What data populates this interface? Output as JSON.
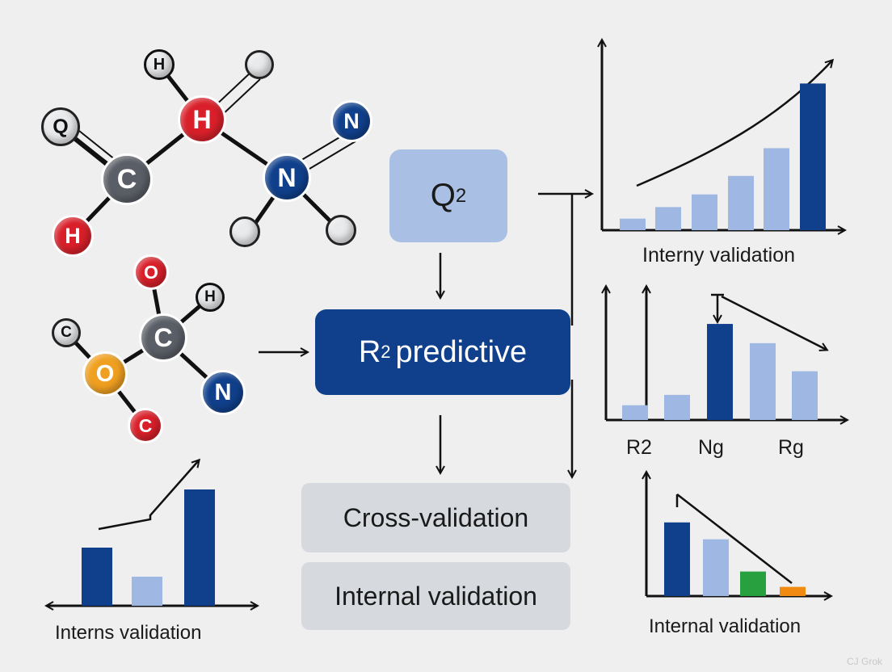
{
  "boxes": {
    "q2": "Q",
    "q2_sub": "2",
    "r2_sup": "2",
    "r2": "R",
    "r2_text": "predictive",
    "cross_validation": "Cross-validation",
    "internal_validation": "Internal validation"
  },
  "molecules": {
    "top": [
      "H",
      "H",
      "Q",
      "C",
      "N",
      "N",
      "H"
    ],
    "bottom": [
      "O",
      "H",
      "C",
      "C",
      "O",
      "N",
      "C"
    ]
  },
  "labels": {
    "top_right": "Interny validation",
    "bottom_left": "Interns validation",
    "bottom_right": "Internal validation",
    "watermark": "CJ Grok"
  },
  "colors": {
    "dark_blue": "#10408c",
    "light_blue": "#a9c0e4",
    "red": "#d9202a",
    "orange": "#f0a020",
    "green": "#28a040",
    "bright_orange": "#f08a10",
    "gray_atom": "#5a5e66",
    "white_atom": "#e9eaec"
  },
  "chart_data": [
    {
      "type": "bar",
      "name_ref": "top-right",
      "values": [
        1,
        2,
        3.1,
        4.7,
        7.1,
        12.7
      ],
      "bar_colors": [
        "light",
        "light",
        "light",
        "light",
        "light",
        "dark"
      ],
      "trend": "rising-curve-arrow",
      "xlabel": "Interny validation"
    },
    {
      "type": "bar",
      "name_ref": "middle-right",
      "categories": [
        "R2",
        "Ng",
        "Rg"
      ],
      "values": [
        1,
        1.7,
        6.5,
        5.2,
        3.3
      ],
      "bar_colors": [
        "light",
        "light",
        "dark",
        "light",
        "light"
      ],
      "trend": "falling-arrow"
    },
    {
      "type": "bar",
      "name_ref": "bottom-left",
      "values": [
        2.4,
        1.2,
        4.8
      ],
      "bar_colors": [
        "dark",
        "light",
        "dark"
      ],
      "trend": "rising-arrow",
      "xlabel": "Interns validation"
    },
    {
      "type": "bar",
      "name_ref": "bottom-right",
      "values": [
        4.8,
        3.7,
        1.6,
        0.6
      ],
      "bar_colors": [
        "dark",
        "light",
        "green",
        "orange"
      ],
      "trend": "falling-line",
      "xlabel": "Internal validation"
    }
  ]
}
